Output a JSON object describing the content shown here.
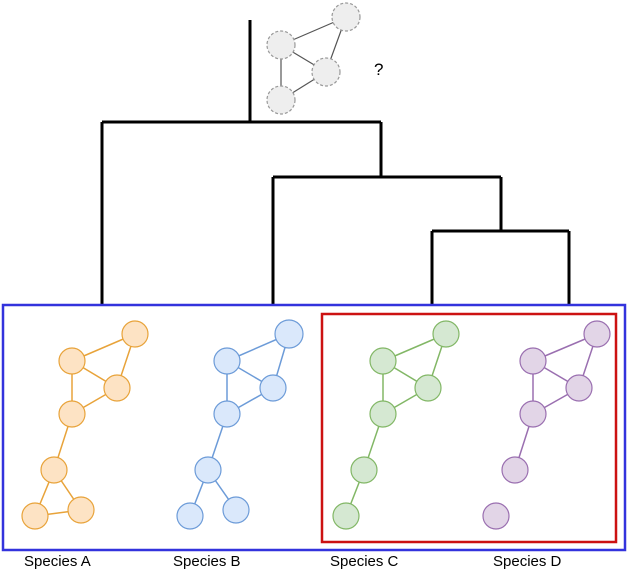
{
  "question_mark": "?",
  "ancestor": {
    "node_style": "dashed",
    "fill": "#eeeeee",
    "stroke": "#999999"
  },
  "species": [
    {
      "label": "Species A",
      "fill": "#fde3c4",
      "stroke": "#e8a33a"
    },
    {
      "label": "Species B",
      "fill": "#dae8fb",
      "stroke": "#6c9bd8"
    },
    {
      "label": "Species C",
      "fill": "#d5e8d2",
      "stroke": "#82b766"
    },
    {
      "label": "Species D",
      "fill": "#e2d5e7",
      "stroke": "#9a6fb0"
    }
  ],
  "colors": {
    "tree_line": "#000000",
    "outer_box": "#3333dd",
    "inner_box": "#cc1111"
  }
}
